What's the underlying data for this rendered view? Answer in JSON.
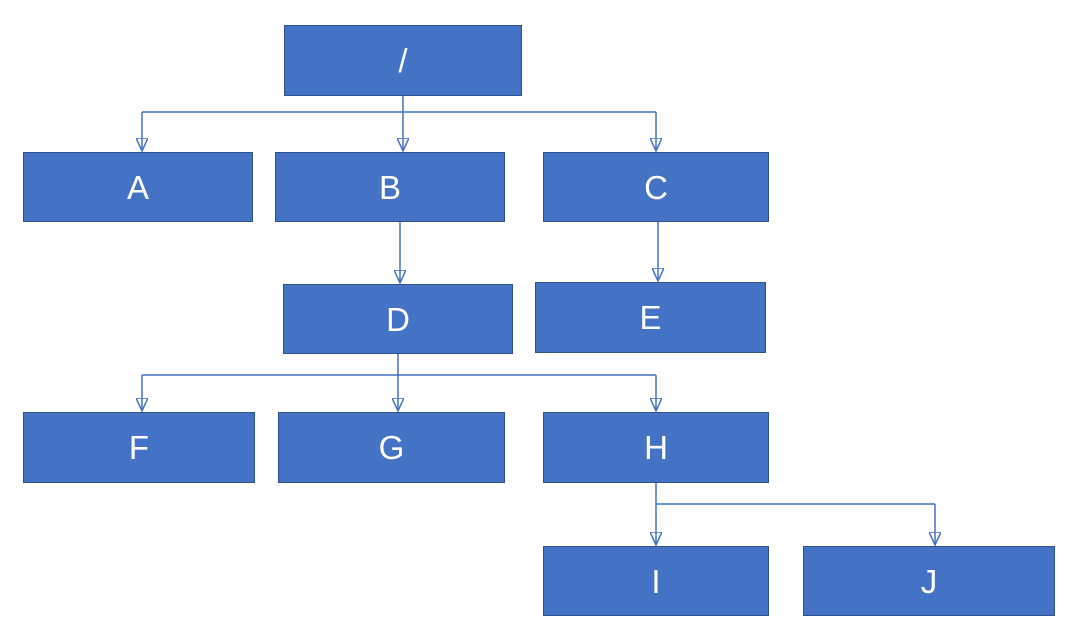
{
  "diagram": {
    "type": "tree",
    "title": "",
    "background_color": "#ffffff",
    "node_fill_color": "#4472C4",
    "node_border_color": "#2F528F",
    "node_text_color": "#ffffff",
    "connector_color": "#4472C4",
    "nodes": {
      "root": {
        "label": "/"
      },
      "a": {
        "label": "A"
      },
      "b": {
        "label": "B"
      },
      "c": {
        "label": "C"
      },
      "d": {
        "label": "D"
      },
      "e": {
        "label": "E"
      },
      "f": {
        "label": "F"
      },
      "g": {
        "label": "G"
      },
      "h": {
        "label": "H"
      },
      "i": {
        "label": "I"
      },
      "j": {
        "label": "J"
      }
    },
    "edges": [
      [
        "/",
        "A"
      ],
      [
        "/",
        "B"
      ],
      [
        "/",
        "C"
      ],
      [
        "B",
        "D"
      ],
      [
        "C",
        "E"
      ],
      [
        "D",
        "F"
      ],
      [
        "D",
        "G"
      ],
      [
        "D",
        "H"
      ],
      [
        "H",
        "I"
      ],
      [
        "H",
        "J"
      ]
    ]
  }
}
